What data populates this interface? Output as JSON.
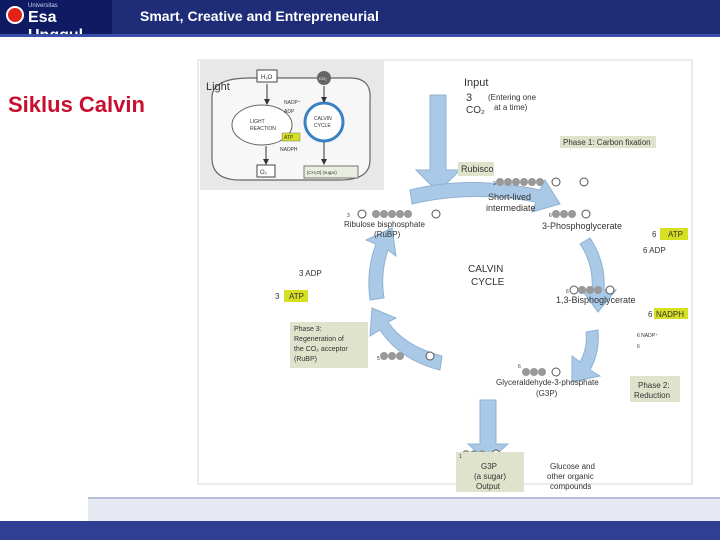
{
  "header": {
    "logo_small": "Universitas",
    "logo_name": "Esa Unggul",
    "tagline": "Smart, Creative and Entrepreneurial"
  },
  "slide": {
    "title": "Siklus Calvin"
  },
  "inset": {
    "light": "Light",
    "h2o": "H₂O",
    "co2": "CO₂",
    "nadp": "NADP⁺",
    "adp": "ADP",
    "light_reaction_1": "LIGHT",
    "light_reaction_2": "REACTION",
    "calvin_cycle_1": "CALVIN",
    "calvin_cycle_2": "CYCLE",
    "atp": "ATP",
    "nadph": "NADPH",
    "o2": "O₂",
    "sugar": "[CH₂O] (sugar)"
  },
  "cycle": {
    "input_label": "Input",
    "input_count": "3",
    "input_note_1": "(Entering one",
    "input_note_2": "at a time)",
    "input_co2": "CO₂",
    "phase1": "Phase 1: Carbon fixation",
    "rubisco": "Rubisco",
    "count_3a": "3",
    "short_lived_1": "Short-lived",
    "short_lived_2": "intermediate",
    "count_3b": "3",
    "rubp_1": "Ribulose bisphosphate",
    "rubp_2": "(RuBP)",
    "count_6a": "6",
    "pga": "3-Phosphoglycerate",
    "count_6atp": "6",
    "atp": "ATP",
    "adp6": "6 ADP",
    "calvin_1": "CALVIN",
    "calvin_2": "CYCLE",
    "adp3": "3  ADP",
    "count_3atp": "3",
    "atp3": "ATP",
    "count_6b": "6",
    "bpg": "1,3-Bisphoglycerate",
    "count_6nadph": "6",
    "nadph": "NADPH",
    "phase3_1": "Phase 3:",
    "phase3_2": "Regeneration of",
    "phase3_3": "the CO₂ acceptor",
    "phase3_4": "(RuBP)",
    "nadp6": "6 NADP⁺",
    "count_6pi": "6",
    "count_5": "5",
    "count_6c": "6",
    "g3p_1": "Glyceraldehyde-3-phosphate",
    "g3p_2": "(G3P)",
    "phase2_1": "Phase 2:",
    "phase2_2": "Reduction",
    "count_1": "1",
    "out_1": "G3P",
    "out_2": "(a sugar)",
    "out_3": "Output",
    "glucose_1": "Glucose and",
    "glucose_2": "other organic",
    "glucose_3": "compounds"
  },
  "colors": {
    "header": "#1f2d78",
    "title": "#c8102e",
    "atp": "#d7df23",
    "arrow": "#a9c9e6",
    "phase_box": "#dfe3cc"
  }
}
